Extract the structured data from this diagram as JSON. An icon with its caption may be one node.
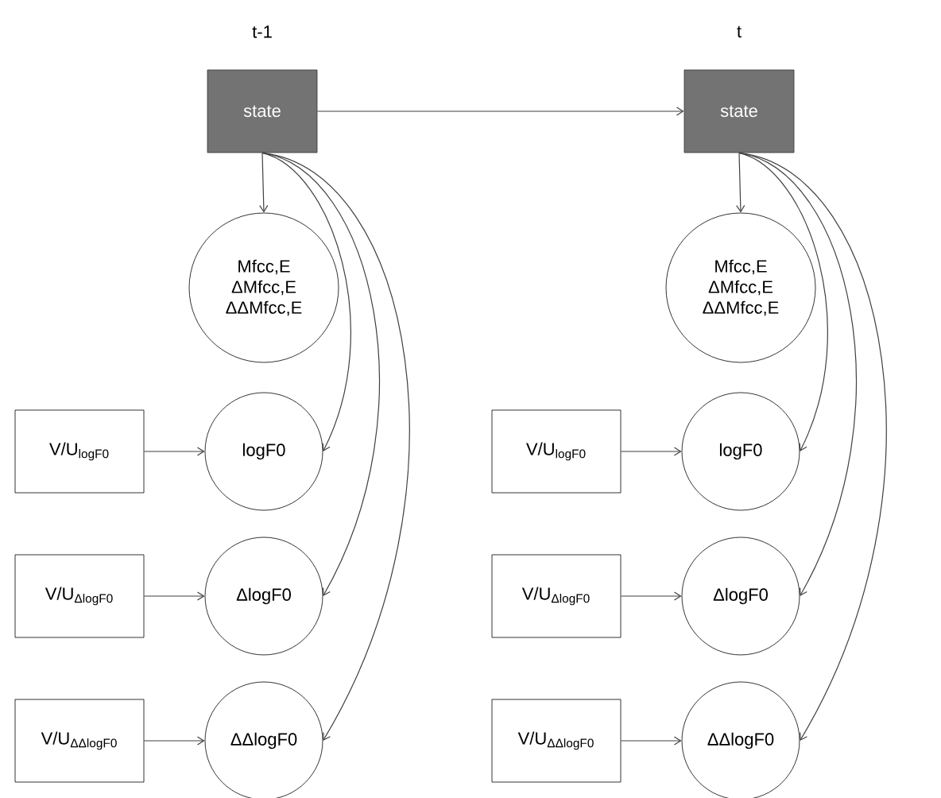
{
  "diagram": {
    "nodes": [
      {
        "text": [
          "state"
        ]
      },
      {
        "text": [
          "Mfcc,E ΔMfcc,E ΔΔMfcc,E"
        ]
      },
      {
        "text": [
          "V/U$_{logF0}$"
        ]
      },
      {
        "text": [
          "logF0"
        ]
      },
      {
        "text": [
          "V/U$_{ΔlogF0}$"
        ]
      },
      {
        "text": [
          "ΔlogF0"
        ]
      },
      {
        "text": [
          "V/U$_{ΔΔlogF0}$"
        ]
      },
      {
        "text": [
          "ΔΔlogF0"
        ]
      },
      {
        "text": [
          "state"
        ]
      },
      {
        "text": [
          "Mfcc,E ΔMfcc,E ΔΔMfcc,E"
        ]
      },
      {
        "text": [
          "V/U$_{logF0}$"
        ]
      },
      {
        "text": [
          "logF0"
        ]
      },
      {
        "text": [
          "V/U$_{ΔlogF0}$"
        ]
      },
      {
        "text": [
          "ΔlogF0"
        ]
      },
      {
        "text": [
          "V/U$_{ΔΔlogF0}$"
        ]
      },
      {
        "text": [
          "ΔΔlogF0"
        ]
      }
    ],
    "edges": [
      {
        "from": 0,
        "to": 8,
        "arrow": "to"
      },
      {
        "from": 0,
        "to": 1,
        "arrow": "to"
      },
      {
        "from": 0,
        "to": 3,
        "arrow": "to"
      },
      {
        "from": 0,
        "to": 5,
        "arrow": "to"
      },
      {
        "from": 0,
        "to": 7,
        "arrow": "to"
      },
      {
        "from": 2,
        "to": 3,
        "arrow": "to"
      },
      {
        "from": 4,
        "to": 5,
        "arrow": "to"
      },
      {
        "from": 6,
        "to": 7,
        "arrow": "to"
      },
      {
        "from": 8,
        "to": 9,
        "arrow": "to"
      },
      {
        "from": 8,
        "to": 11,
        "arrow": "to"
      },
      {
        "from": 8,
        "to": 13,
        "arrow": "to"
      },
      {
        "from": 8,
        "to": 15,
        "arrow": "to"
      },
      {
        "from": 10,
        "to": 11,
        "arrow": "to"
      },
      {
        "from": 12,
        "to": 13,
        "arrow": "to"
      },
      {
        "from": 14,
        "to": 15,
        "arrow": "to"
      }
    ],
    "labels": [
      "t-1",
      "t"
    ]
  }
}
